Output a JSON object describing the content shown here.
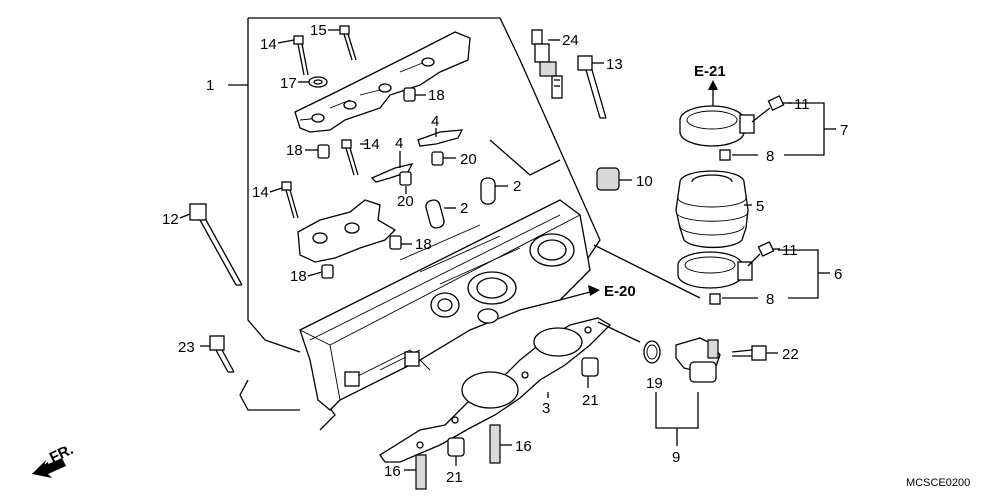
{
  "diagram": {
    "code": "MCSCE0200",
    "direction_label": "FR.",
    "callouts": {
      "e21": "E-21",
      "e20": "E-20"
    },
    "labels": [
      {
        "id": "l1",
        "text": "1"
      },
      {
        "id": "l14a",
        "text": "14"
      },
      {
        "id": "l15",
        "text": "15"
      },
      {
        "id": "l17",
        "text": "17"
      },
      {
        "id": "l18a",
        "text": "18"
      },
      {
        "id": "l24",
        "text": "24"
      },
      {
        "id": "l13",
        "text": "13"
      },
      {
        "id": "l4a",
        "text": "4"
      },
      {
        "id": "l4b",
        "text": "4"
      },
      {
        "id": "l14b",
        "text": "14"
      },
      {
        "id": "l18b",
        "text": "18"
      },
      {
        "id": "l20a",
        "text": "20"
      },
      {
        "id": "l20b",
        "text": "20"
      },
      {
        "id": "l2a",
        "text": "2"
      },
      {
        "id": "l2b",
        "text": "2"
      },
      {
        "id": "l14c",
        "text": "14"
      },
      {
        "id": "l12",
        "text": "12"
      },
      {
        "id": "l18c",
        "text": "18"
      },
      {
        "id": "l18d",
        "text": "18"
      },
      {
        "id": "l10",
        "text": "10"
      },
      {
        "id": "l11a",
        "text": "11"
      },
      {
        "id": "l7",
        "text": "7"
      },
      {
        "id": "l8a",
        "text": "8"
      },
      {
        "id": "l5",
        "text": "5"
      },
      {
        "id": "l11b",
        "text": "11"
      },
      {
        "id": "l6",
        "text": "6"
      },
      {
        "id": "l8b",
        "text": "8"
      },
      {
        "id": "l23",
        "text": "23"
      },
      {
        "id": "l22",
        "text": "22"
      },
      {
        "id": "l19",
        "text": "19"
      },
      {
        "id": "l21a",
        "text": "21"
      },
      {
        "id": "l3",
        "text": "3"
      },
      {
        "id": "l16a",
        "text": "16"
      },
      {
        "id": "l16b",
        "text": "16"
      },
      {
        "id": "l21b",
        "text": "21"
      },
      {
        "id": "l9",
        "text": "9"
      }
    ]
  }
}
